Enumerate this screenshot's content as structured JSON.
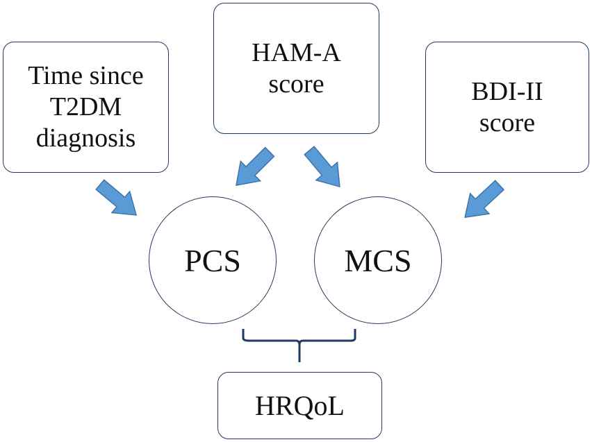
{
  "nodes": {
    "time_since_diagnosis": "Time since\nT2DM\ndiagnosis",
    "ham_a_score": "HAM-A\nscore",
    "bdi_ii_score": "BDI-II\nscore",
    "pcs": "PCS",
    "mcs": "MCS",
    "hrqol": "HRQoL"
  },
  "colors": {
    "arrow_fill": "#5b9bd5",
    "arrow_stroke": "#3f74a8",
    "border": "#1f3a5f",
    "brace": "#1f3a5f"
  }
}
